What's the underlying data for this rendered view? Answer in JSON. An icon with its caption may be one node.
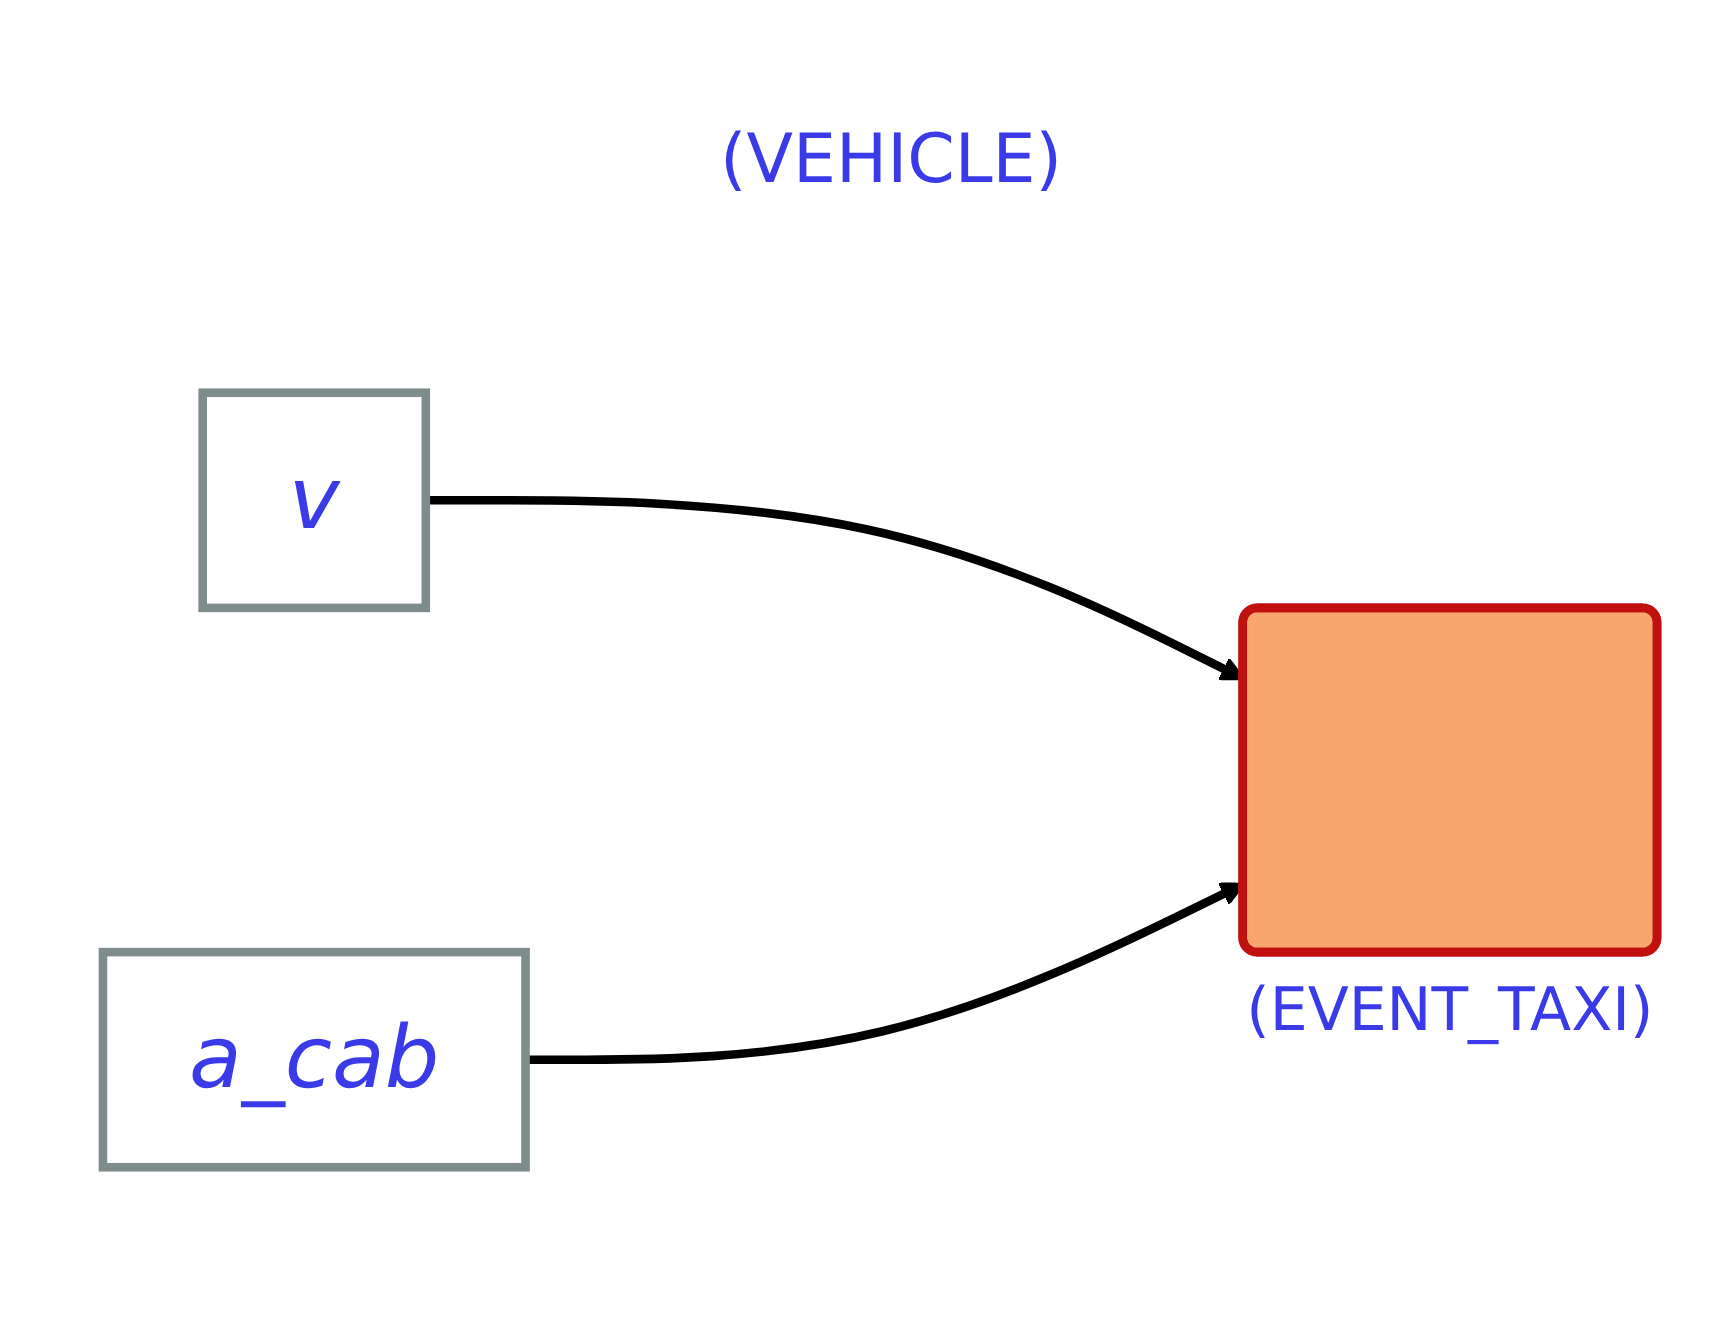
{
  "diagram": {
    "nodes": [
      {
        "text": [
          "v"
        ]
      },
      {
        "text": [
          "a_cab"
        ]
      },
      {
        "text": [],
        "shape": "box",
        "beside": [
          "(EVENT_TAXI)"
        ]
      }
    ],
    "edges": [
      {
        "from": 0,
        "to": 2,
        "arrow": "to"
      },
      {
        "from": 1,
        "to": 2,
        "arrow": "to"
      }
    ],
    "labels": [
      "(VEHICLE)"
    ]
  }
}
